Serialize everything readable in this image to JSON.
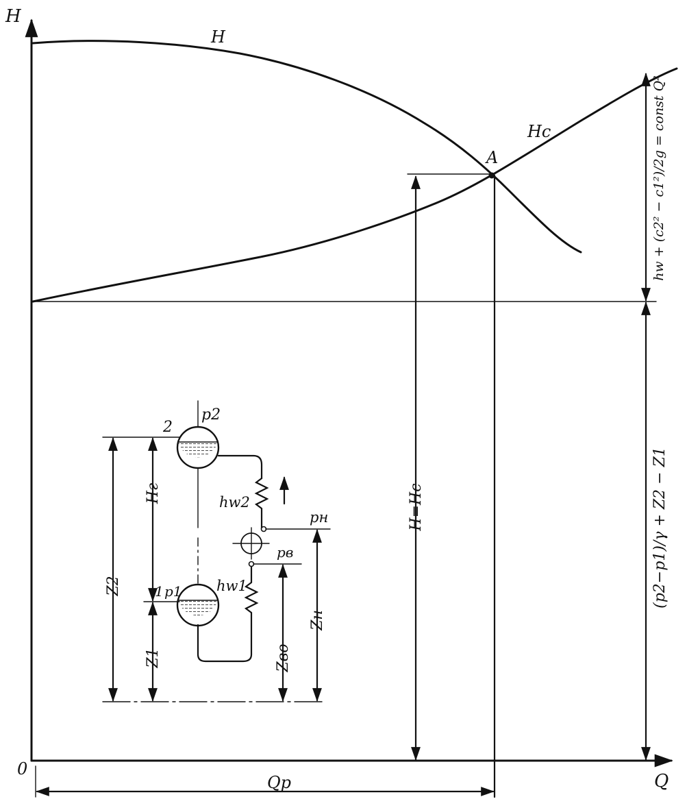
{
  "axes": {
    "y_label": "H",
    "x_label": "Q",
    "origin_label": "0"
  },
  "curves": {
    "pump_curve_label": "H",
    "system_curve_label": "Hc",
    "operating_point_label": "A"
  },
  "dimensions": {
    "operating_head": "H=Hc",
    "flow_rate": "Qp",
    "static_head": "(p2−p1)/γ + Z2 − Z1",
    "dynamic_head": "hw + (c2² − c1²)/2g = const Q²"
  },
  "schematic": {
    "upper_tank_number": "2",
    "lower_tank_number": "1",
    "upper_pressure": "p2",
    "lower_pressure": "p1",
    "discharge_loss": "hw2",
    "suction_loss": "hw1",
    "discharge_pressure": "pн",
    "suction_pressure": "pв",
    "upper_elevation": "Z2",
    "lower_elevation": "Z1",
    "geometric_head": "Hг",
    "suction_height": "Zво",
    "pump_height": "Zн"
  }
}
